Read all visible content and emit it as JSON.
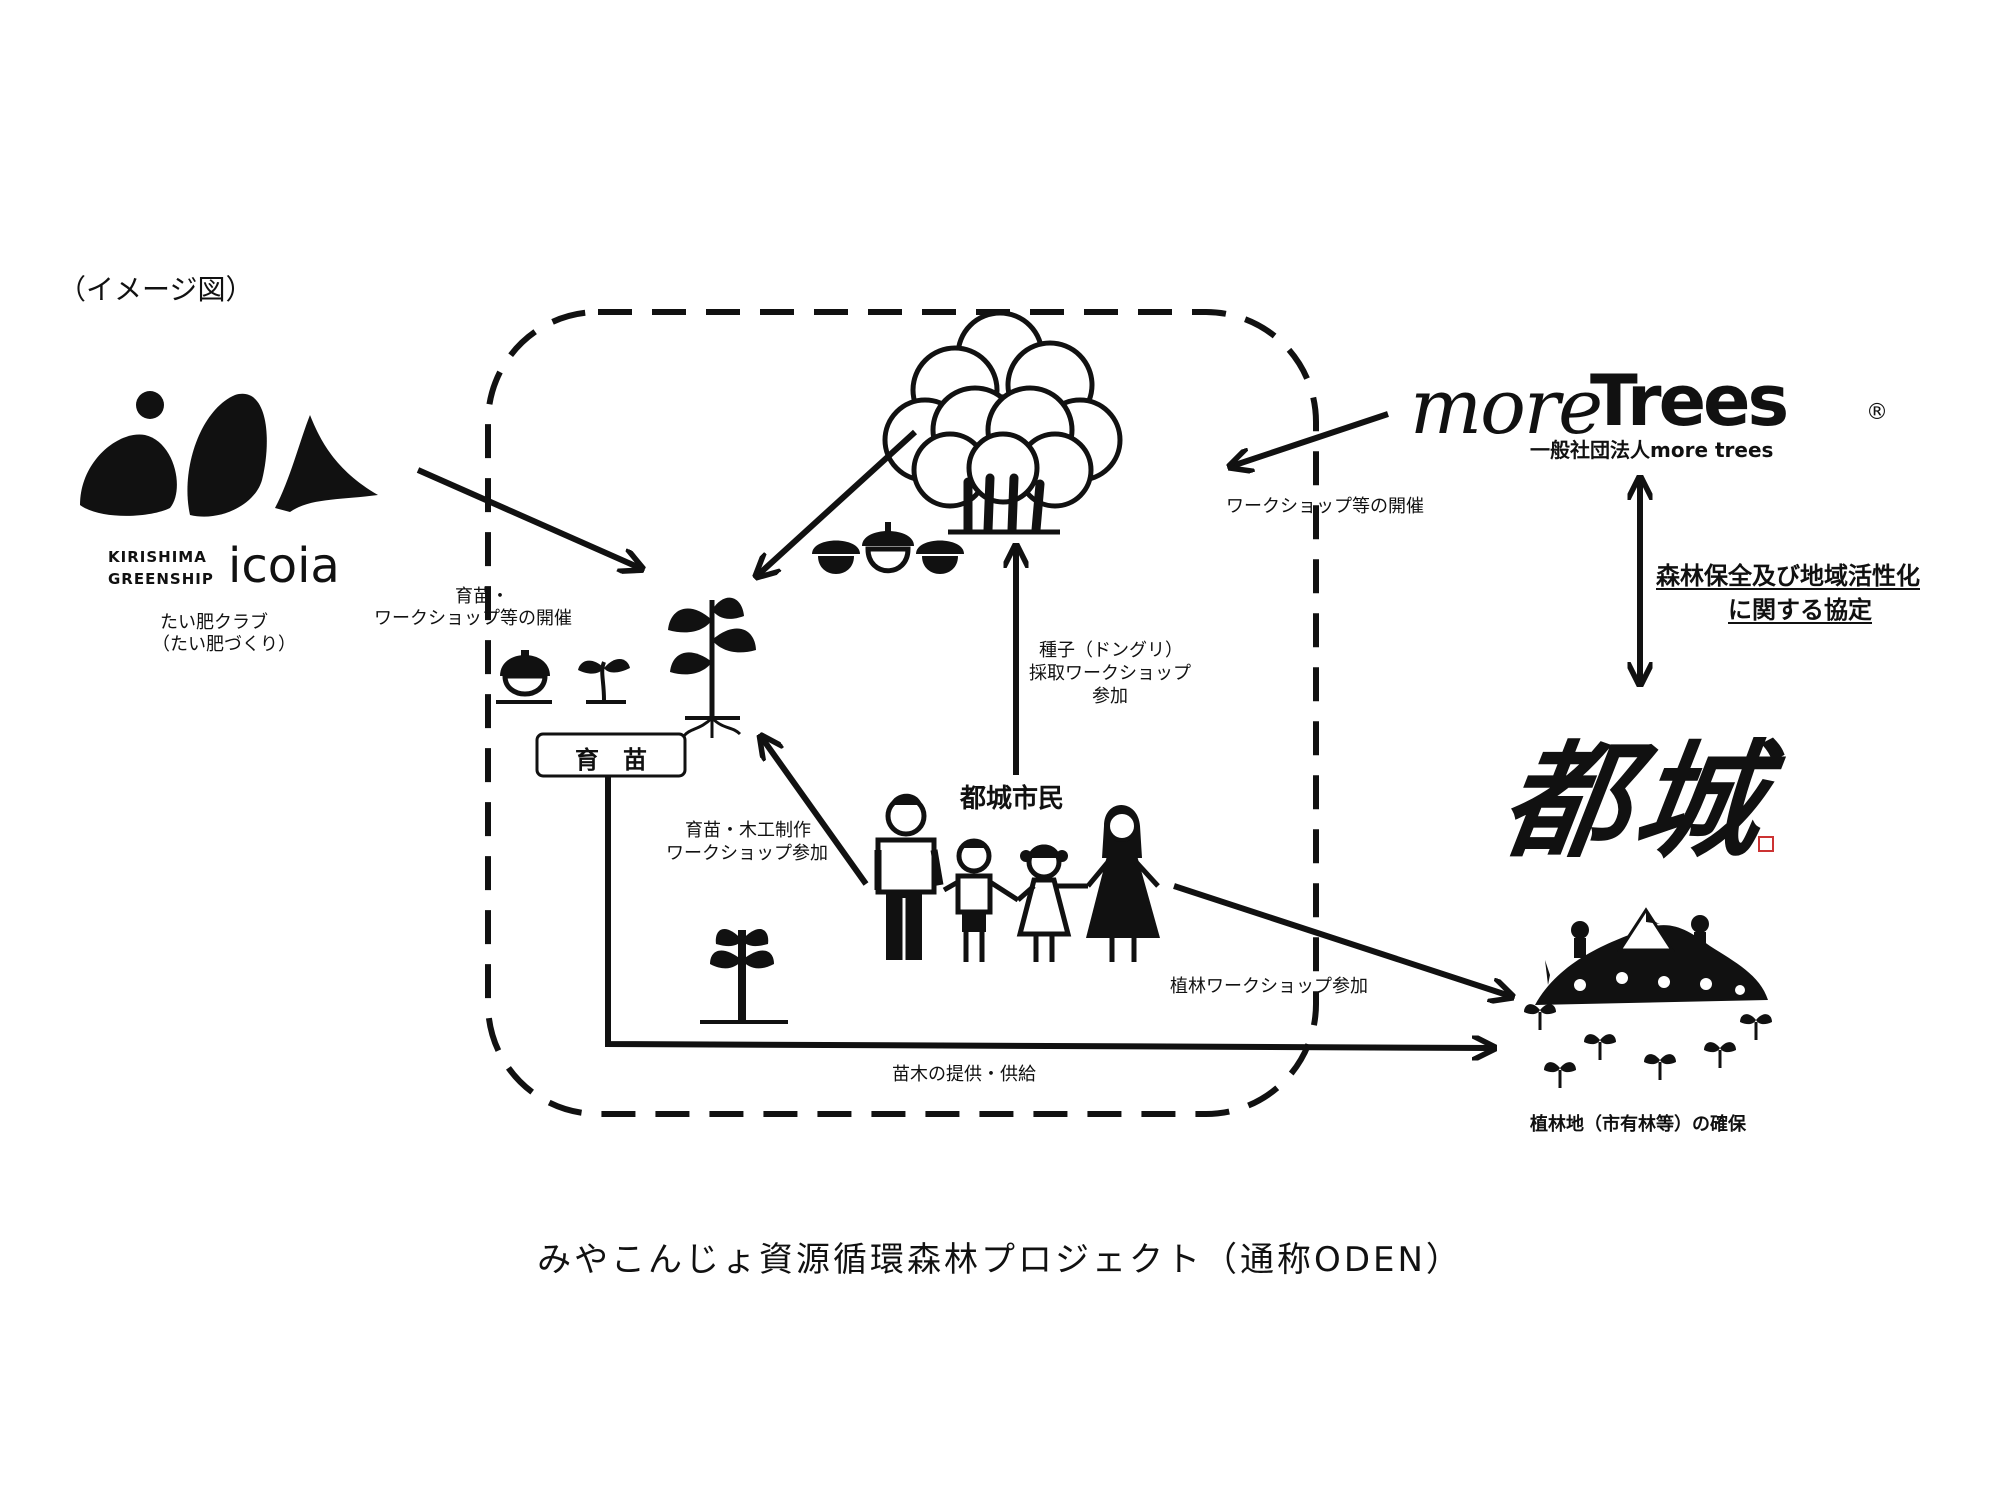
{
  "image_label": "（イメージ図）",
  "icoia": {
    "sub1": "KIRISHIMA",
    "sub2": "GREENSHIP",
    "name": "icoia",
    "caption1": "たい肥クラブ",
    "caption2": "（たい肥づくり）"
  },
  "moretrees": {
    "logo_script": "more",
    "logo_bold": "Trees",
    "reg": "®",
    "org": "一般社団法人more trees"
  },
  "agreement": {
    "line1": "森林保全及び地域活性化",
    "line2": "に関する協定"
  },
  "miyakonojo": {
    "calligraphy": "都城"
  },
  "labels": {
    "icoia_flow_1": "育苗・",
    "icoia_flow_2": "ワークショップ等の開催",
    "moretrees_flow": "ワークショップ等の開催",
    "seed_1": "種子（ドングリ）",
    "seed_2": "採取ワークショップ",
    "seed_3": "参加",
    "nursery_box": "育　苗",
    "citizens": "都城市民",
    "craft_1": "育苗・木工制作",
    "craft_2": "ワークショップ参加",
    "planting_ws": "植林ワークショップ参加",
    "supply": "苗木の提供・供給",
    "site": "植林地（市有林等）の確保"
  },
  "footer": {
    "title": "みやこんじょ資源循環森林プロジェクト（通称ODEN）"
  },
  "colors": {
    "ink": "#111111",
    "background": "#ffffff"
  }
}
